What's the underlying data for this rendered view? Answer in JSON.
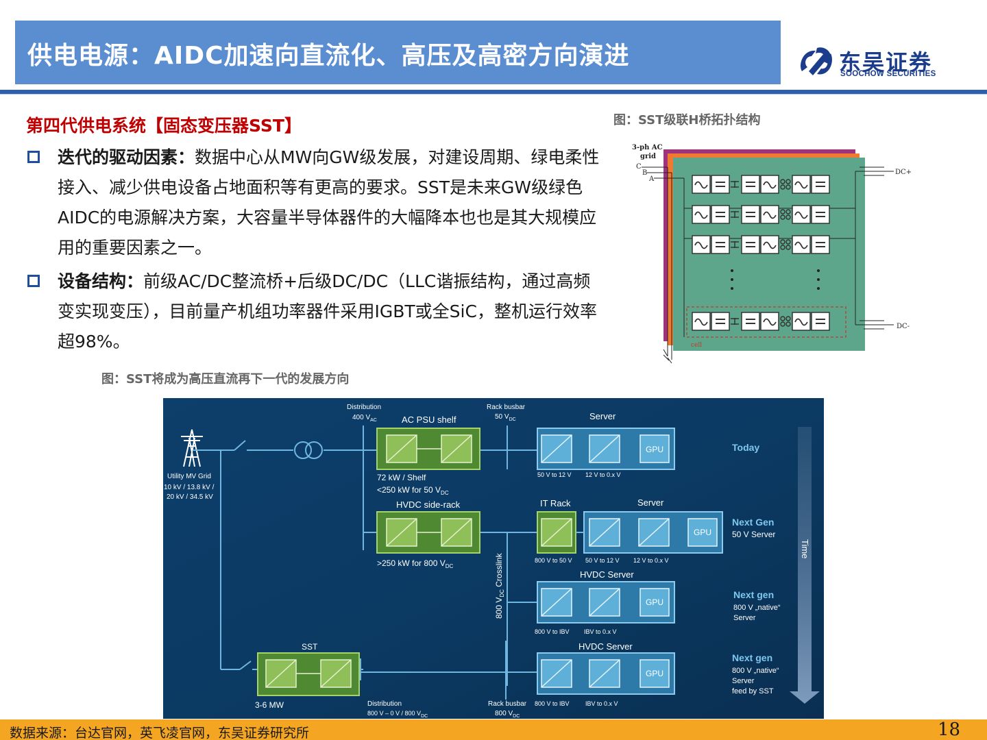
{
  "header": {
    "title": "供电电源：AIDC加速向直流化、高压及高密方向演进",
    "brand_cn": "东吴证券",
    "brand_en": "SOOCHOW SECURITIES",
    "brand_color": "#1b3d8c",
    "accent": "#5b8ed1"
  },
  "section": {
    "subhead": "第四代供电系统【固态变压器SST】",
    "bullets": [
      {
        "lead": "迭代的驱动因素：",
        "text": "数据中心从MW向GW级发展，对建设周期、绿电柔性接入、减少供电设备占地面积等有更高的要求。SST是未来GW级绿色AIDC的电源解决方案，大容量半导体器件的大幅降本也也是其大规模应用的重要因素之一。"
      },
      {
        "lead": "设备结构：",
        "text": "前级AC/DC整流桥+后级DC/DC（LLC谐振结构，通过高频变实现变压），目前量产机组功率器件采用IGBT或全SiC，整机运行效率超98%。"
      }
    ]
  },
  "figure1": {
    "caption": "图：SST级联H桥拓扑结构",
    "grid_label_1": "3-ph AC",
    "grid_label_2": "grid",
    "phases": [
      "C",
      "B",
      "A"
    ],
    "dc_plus": "DC+",
    "dc_minus": "DC-",
    "cell_label": "cell"
  },
  "figure2": {
    "caption": "图：SST将成为高压直流再下一代的发展方向",
    "utility": [
      "Utility MV Grid",
      "10 kV / 13.8 kV /",
      "20 kV / 34.5 kV"
    ],
    "distribution_top": [
      "Distribution",
      "400 V",
      "AC"
    ],
    "rack_busbar_top": [
      "Rack busbar",
      "50 V",
      "DC"
    ],
    "ac_psu_shelf": "AC PSU shelf",
    "server": "Server",
    "gpu": "GPU",
    "today": "Today",
    "shelf_notes": [
      "72 kW / Shelf",
      "<250 kW for 50 V",
      "DC"
    ],
    "conv_today": [
      "50 V to 12 V",
      "12 V to 0.x V"
    ],
    "hvdc_side_rack": "HVDC side-rack",
    "it_rack": "IT Rack",
    "next_gen_1": [
      "Next Gen",
      "50 V Server"
    ],
    "side_rack_note": [
      ">250 kW for 800 V",
      "DC"
    ],
    "conv_next1": [
      "800 V to 50 V",
      "50 V to 12 V",
      "12 V to 0.x V"
    ],
    "crosslink": [
      "800 V",
      "DC",
      " Crosslink"
    ],
    "hvdc_server": "HVDC Server",
    "next_gen_2": [
      "Next gen",
      "800 V „native“",
      "Server"
    ],
    "conv_next2": [
      "800 V to IBV",
      "IBV to 0.x V"
    ],
    "sst": "SST",
    "sst_power": "3-6 MW",
    "distribution_bottom": [
      "Distribution",
      "800 V – 0 V / 800 V",
      "DC"
    ],
    "rack_busbar_bottom": [
      "Rack busbar",
      "800 V",
      "DC"
    ],
    "next_gen_3": [
      "Next gen",
      "800 V „native“",
      "Server",
      "feed by SST"
    ],
    "time": "Time"
  },
  "footer": {
    "source": "数据来源：台达官网，英飞凌官网，东吴证券研究所",
    "page": "18",
    "bar_color": "#f4a623"
  }
}
